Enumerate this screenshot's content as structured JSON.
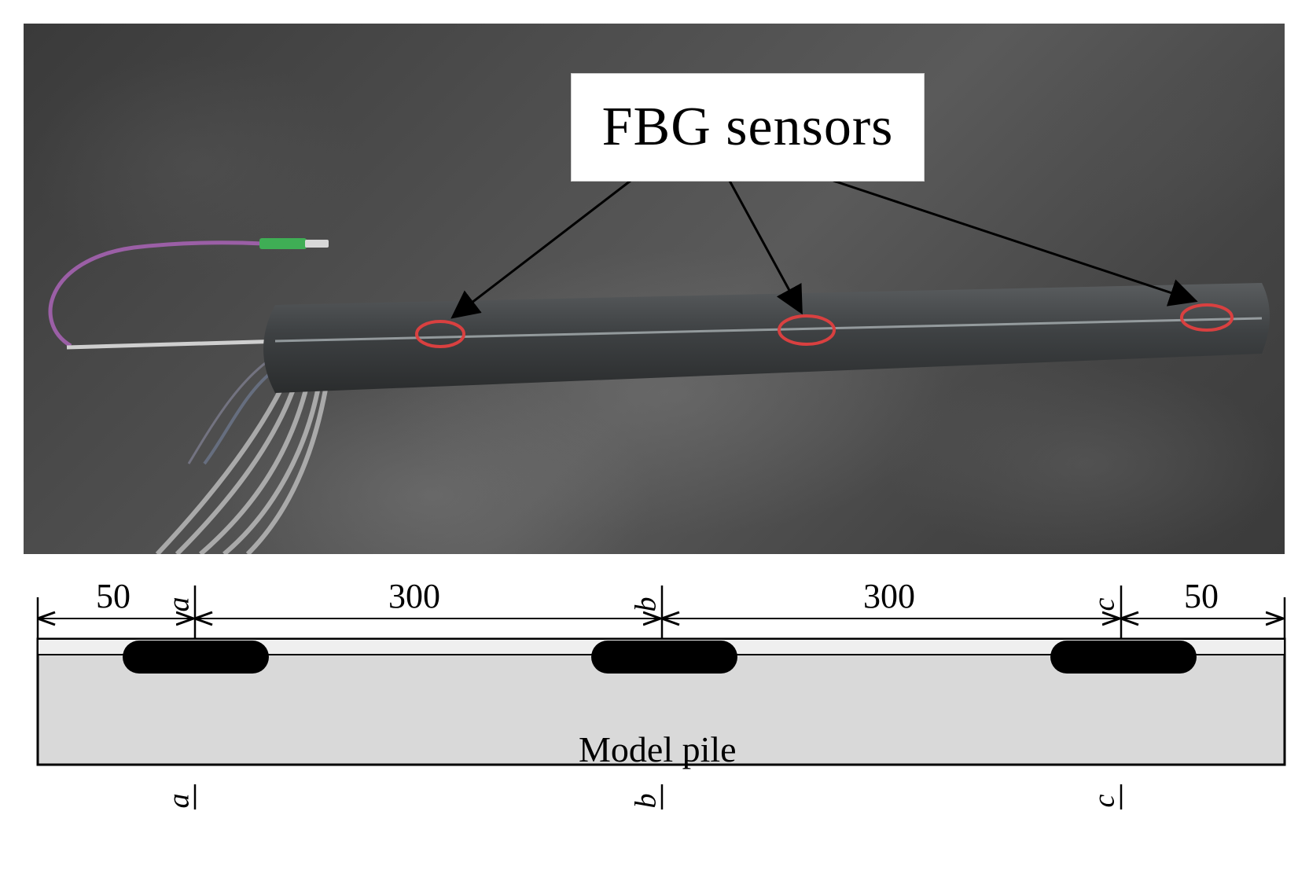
{
  "photo": {
    "callout_label": "FBG sensors"
  },
  "schematic": {
    "dimensions": [
      "50",
      "300",
      "300",
      "50"
    ],
    "sections_top": [
      "a",
      "b",
      "c"
    ],
    "sections_bottom": [
      "a",
      "b",
      "c"
    ],
    "pile_label": "Model pile"
  },
  "colors": {
    "pile_fill": "#d9d9d9",
    "sensor_fill": "#000000",
    "sensor_marker": "#d94040",
    "fiber_purple": "#9b5fa6",
    "connector_green": "#3fae55"
  }
}
